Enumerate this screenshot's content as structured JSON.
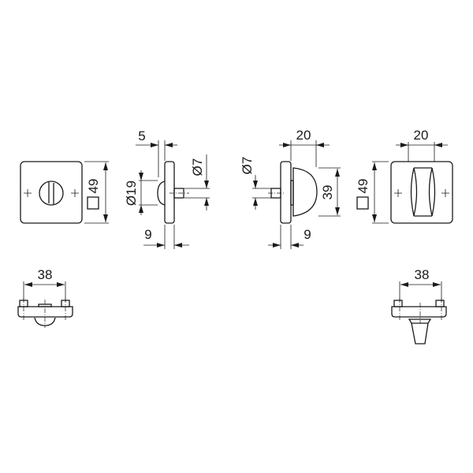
{
  "drawing": {
    "front_left": {
      "size_label": "49"
    },
    "side_left": {
      "depth_top": "5",
      "knob_diameter": "Ø19",
      "spindle_diameter": "Ø7",
      "depth_bottom": "9"
    },
    "side_right": {
      "depth_top": "20",
      "knob_height": "39",
      "spindle_diameter": "Ø7",
      "depth_bottom": "9"
    },
    "front_right": {
      "size_label": "49",
      "knob_width": "20"
    },
    "bottom_left": {
      "pin_spacing": "38"
    },
    "bottom_right": {
      "pin_spacing": "38"
    }
  }
}
